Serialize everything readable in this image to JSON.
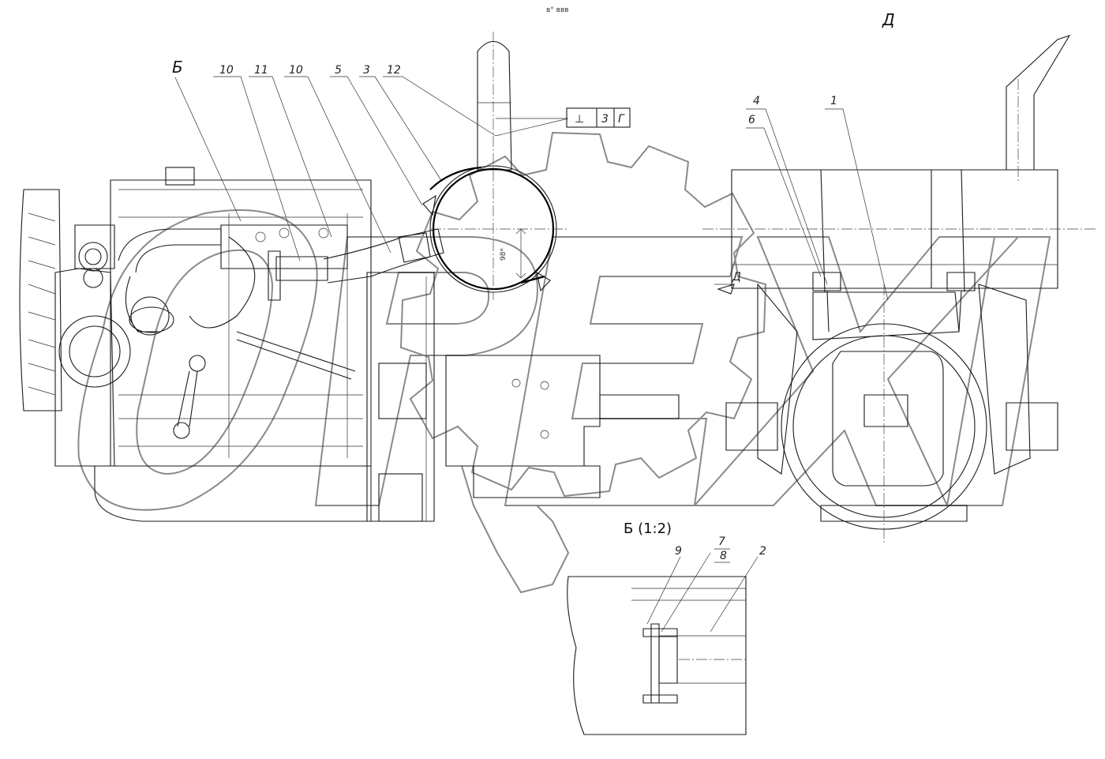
{
  "header": {
    "mark": "в° ввв"
  },
  "views": {
    "b_label": "Б",
    "d_label": "Д",
    "detail_title": "Б (1:2)"
  },
  "callouts": {
    "main": [
      "10",
      "11",
      "10",
      "5",
      "3",
      "12"
    ],
    "right": [
      "4",
      "6",
      "1"
    ],
    "detail": [
      "9",
      "7",
      "8",
      "2"
    ]
  },
  "tolerance_frame": {
    "symbol": "⊥",
    "value": "3",
    "datum": "Г"
  },
  "dimension": {
    "diameter": "98*"
  },
  "arrow_marker": "Д",
  "watermark": {
    "text": "OPEX"
  }
}
